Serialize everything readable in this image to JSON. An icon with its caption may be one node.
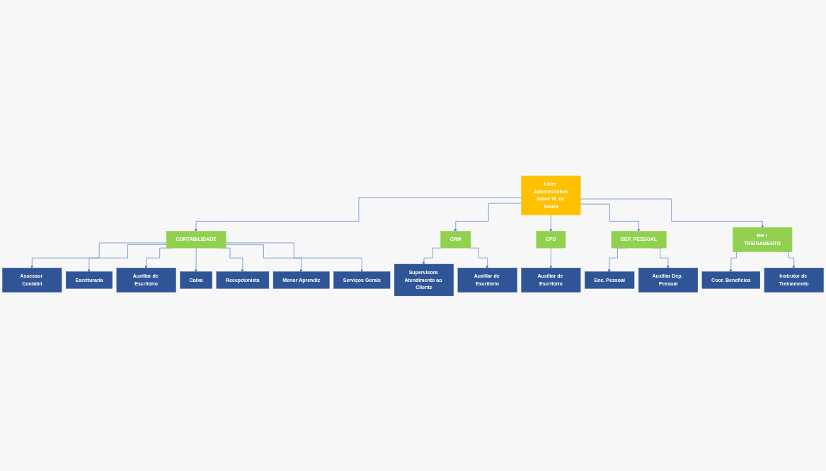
{
  "diagram": {
    "nodes": [
      {
        "text": [
          "Líder Administrativo",
          "Jaime W. de Souza"
        ]
      },
      {
        "text": [
          "CONTABILIDADE"
        ]
      },
      {
        "text": [
          "CRM"
        ]
      },
      {
        "text": [
          "CPD"
        ]
      },
      {
        "text": [
          "DEP. PESSOAL"
        ]
      },
      {
        "text": [
          "RH / TREINAMENTO"
        ]
      },
      {
        "text": [
          "Assessor Contábil"
        ]
      },
      {
        "text": [
          "Escrituraria"
        ]
      },
      {
        "text": [
          "Auxiliar de Escritório"
        ]
      },
      {
        "text": [
          "Caixa"
        ]
      },
      {
        "text": [
          "Recepcionista"
        ]
      },
      {
        "text": [
          "Menor Aprendiz"
        ]
      },
      {
        "text": [
          "Serviços Gerais"
        ]
      },
      {
        "text": [
          "Supervisora Atendimento ao Cliente"
        ]
      },
      {
        "text": [
          "Auxiliar de Escritório"
        ]
      },
      {
        "text": [
          "Auxiliar de Escritório"
        ]
      },
      {
        "text": [
          "Enc. Pessoal"
        ]
      },
      {
        "text": [
          "Auxiliar Dep. Pessoal"
        ]
      },
      {
        "text": [
          "Coor. Benefícios"
        ]
      },
      {
        "text": [
          "Instrutor de Treinamento"
        ]
      }
    ],
    "edges": [
      {
        "from": 0,
        "to": 1,
        "arrow": "to"
      },
      {
        "from": 0,
        "to": 2,
        "arrow": "to"
      },
      {
        "from": 0,
        "to": 3,
        "arrow": "to"
      },
      {
        "from": 0,
        "to": 4,
        "arrow": "to"
      },
      {
        "from": 0,
        "to": 5,
        "arrow": "to"
      },
      {
        "from": 1,
        "to": 6,
        "arrow": "to"
      },
      {
        "from": 1,
        "to": 7,
        "arrow": "to"
      },
      {
        "from": 1,
        "to": 8,
        "arrow": "to"
      },
      {
        "from": 1,
        "to": 9,
        "arrow": "to"
      },
      {
        "from": 1,
        "to": 10,
        "arrow": "to"
      },
      {
        "from": 1,
        "to": 11,
        "arrow": "to"
      },
      {
        "from": 1,
        "to": 12,
        "arrow": "to"
      },
      {
        "from": 2,
        "to": 13,
        "arrow": "to"
      },
      {
        "from": 2,
        "to": 14,
        "arrow": "to"
      },
      {
        "from": 3,
        "to": 15,
        "arrow": "to"
      },
      {
        "from": 4,
        "to": 16,
        "arrow": "to"
      },
      {
        "from": 4,
        "to": 17,
        "arrow": "to"
      },
      {
        "from": 5,
        "to": 18,
        "arrow": "to"
      },
      {
        "from": 5,
        "to": 19,
        "arrow": "to"
      }
    ]
  }
}
